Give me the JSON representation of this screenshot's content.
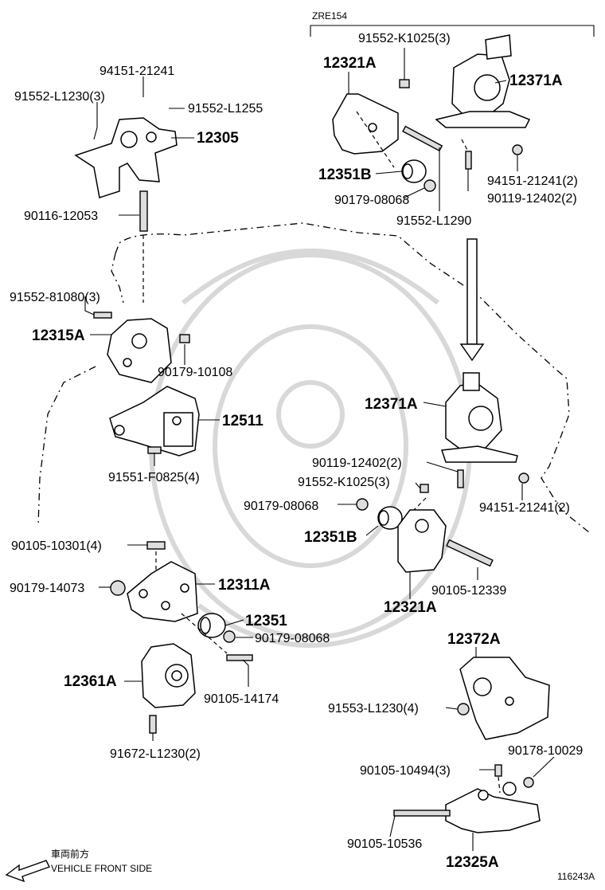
{
  "model": "ZRE154",
  "diagram_id": "116243A",
  "front_side": {
    "jp": "車両前方",
    "en": "VEHICLE FRONT SIDE"
  },
  "labels": {
    "p94151_21241": "94151-21241",
    "p91552_L1230": "91552-L1230(3)",
    "p91552_L1255": "91552-L1255",
    "p12305": "12305",
    "p90116_12053": "90116-12053",
    "p91552_81080": "91552-81080(3)",
    "p12315A": "12315A",
    "p90179_10108": "90179-10108",
    "p12511": "12511",
    "p91551_F0825": "91551-F0825(4)",
    "p90105_10301": "90105-10301(4)",
    "p90179_14073": "90179-14073",
    "p12311A": "12311A",
    "p12351": "12351",
    "p90179_08068_b": "90179-08068",
    "p12361A": "12361A",
    "p90105_14174": "90105-14174",
    "p91672_L1230": "91672-L1230(2)",
    "p91552_K1025_top": "91552-K1025(3)",
    "p12321A_top": "12321A",
    "p12371A_top": "12371A",
    "p12351B_top": "12351B",
    "p90179_08068_top": "90179-08068",
    "p91552_L1290": "91552-L1290",
    "p94151_21241_top": "94151-21241(2)",
    "p90119_12402_top": "90119-12402(2)",
    "p12371A_mid": "12371A",
    "p90119_12402_mid": "90119-12402(2)",
    "p91552_K1025_mid": "91552-K1025(3)",
    "p94151_21241_mid": "94151-21241(2)",
    "p90179_08068_mid": "90179-08068",
    "p12351B_mid": "12351B",
    "p90105_12339": "90105-12339",
    "p12321A_mid": "12321A",
    "p12372A": "12372A",
    "p91553_L1230": "91553-L1230(4)",
    "p90178_10029": "90178-10029",
    "p90105_10494": "90105-10494(3)",
    "p90105_10536": "90105-10536",
    "p12325A": "12325A"
  }
}
